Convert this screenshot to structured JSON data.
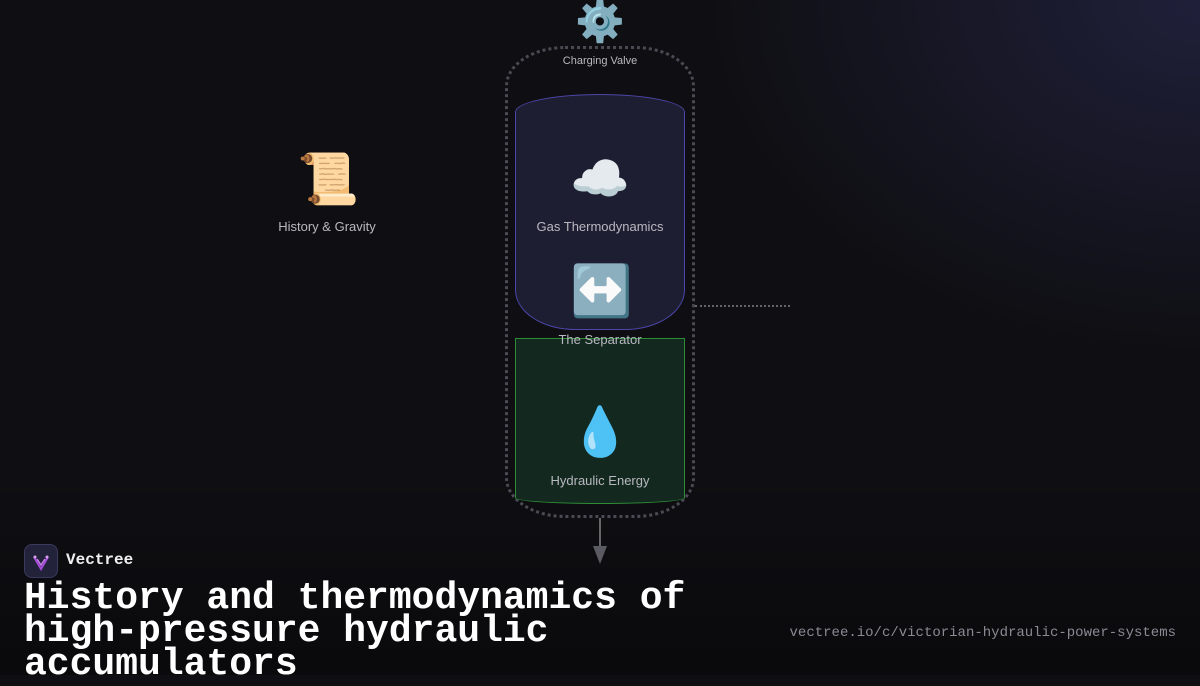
{
  "diagram": {
    "charging_valve": {
      "icon": "gear-icon",
      "glyph": "⚙️",
      "label": "Charging Valve"
    },
    "history": {
      "icon": "scroll-icon",
      "glyph": "📜",
      "label": "History & Gravity"
    },
    "gas": {
      "icon": "cloud-icon",
      "glyph": "☁️",
      "label": "Gas Thermodynamics",
      "color": "#4b46a8"
    },
    "separator": {
      "icon": "left-right-arrow-icon",
      "glyph": "↔️",
      "label": "The Separator"
    },
    "hydraulic": {
      "icon": "droplet-icon",
      "glyph": "💧",
      "label": "Hydraulic Energy",
      "color": "#2e8b36"
    }
  },
  "footer": {
    "brand": "Vectree",
    "title": "History and thermodynamics of high-pressure hydraulic accumulators",
    "url": "vectree.io/c/victorian-hydraulic-power-systems"
  }
}
